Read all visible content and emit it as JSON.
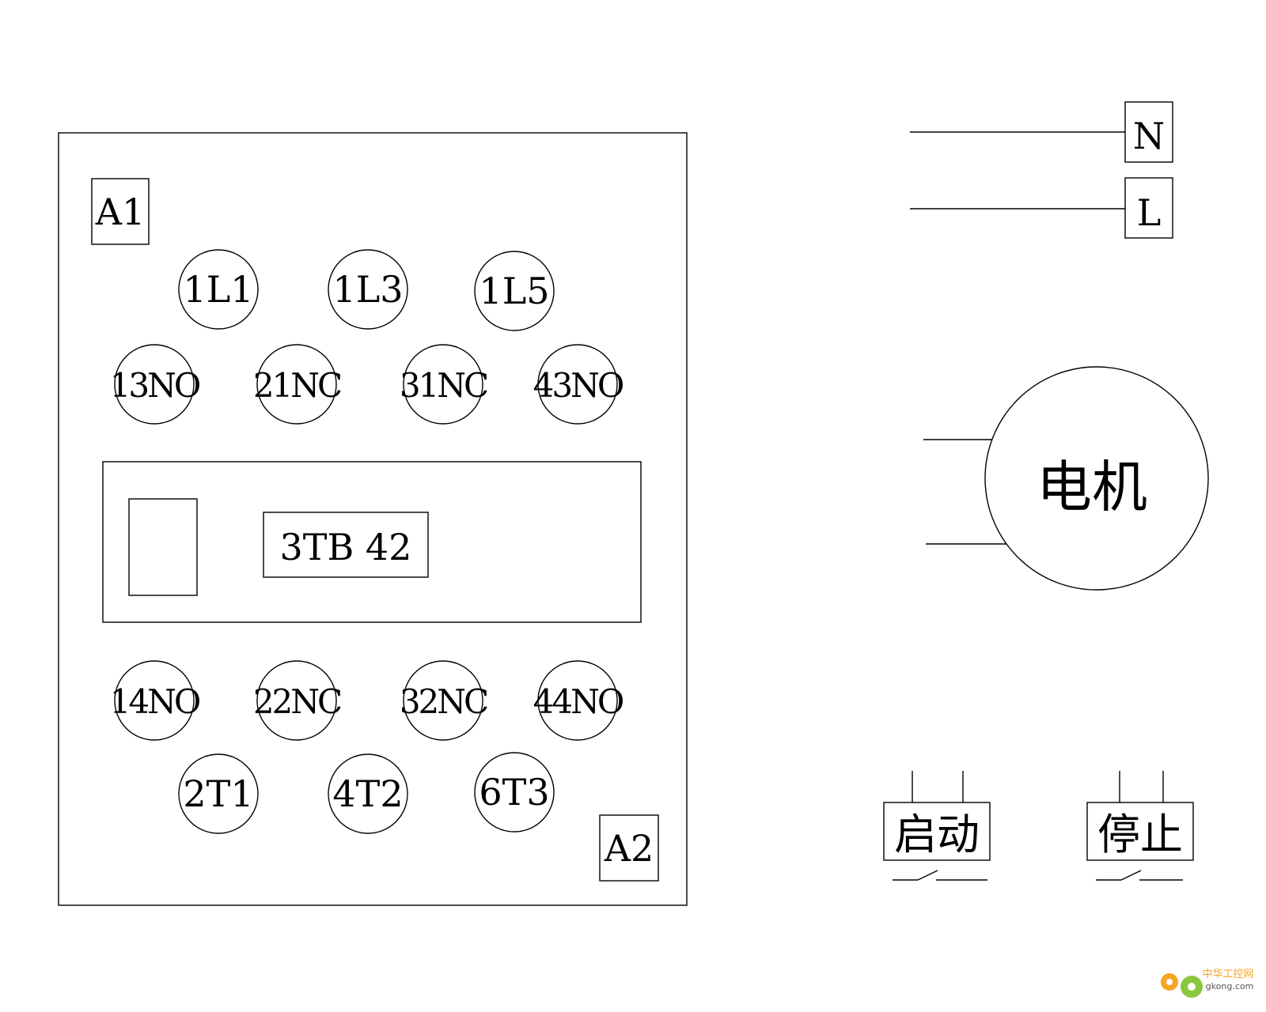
{
  "contactor": {
    "coil_terminal_a1": "A1",
    "coil_terminal_a2": "A2",
    "model": "3TB 42",
    "top_main_terminals": [
      "1L1",
      "1L3",
      "1L5"
    ],
    "top_aux_terminals": [
      "13NO",
      "21NC",
      "31NC",
      "43NO"
    ],
    "bottom_aux_terminals": [
      "14NO",
      "22NC",
      "32NC",
      "44NO"
    ],
    "bottom_main_terminals": [
      "2T1",
      "4T2",
      "6T3"
    ]
  },
  "power": {
    "neutral": "N",
    "line": "L"
  },
  "motor": {
    "label": "电机"
  },
  "buttons": {
    "start": "启动",
    "stop": "停止"
  },
  "watermark": {
    "text": "中华工控网",
    "domain": "gkong.com"
  }
}
